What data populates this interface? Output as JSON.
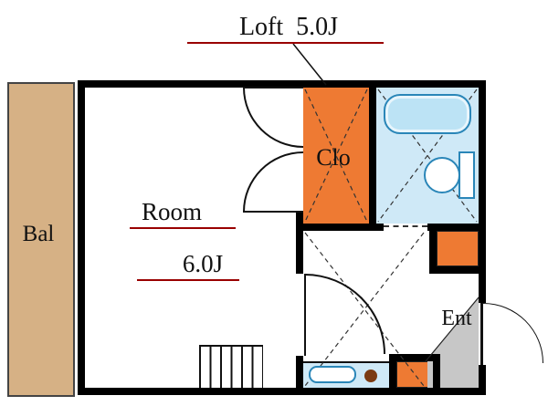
{
  "floorplan": {
    "loft_label": "Loft  5.0J",
    "balcony_label": "Bal",
    "room_label": "Room",
    "room_size_label": "6.0J",
    "closet_label": "Clo",
    "entrance_label": "Ent"
  },
  "fixtures": {
    "bathtub": "bathtub",
    "toilet": "toilet",
    "kitchen_sink": "kitchen-sink",
    "stove_burner": "stove-burner",
    "loft_ladder": "loft-ladder",
    "washer_space": "washer-space",
    "storage_space": "storage-space"
  },
  "colors": {
    "wall": "#000000",
    "closet_orange": "#ee7a33",
    "balcony_tan": "#d6b185",
    "water_blue": "#cfe9f7",
    "tub_fill": "#bce3f5",
    "fixture_outline": "#2a86b8",
    "entrance_gray": "#c7c7c7",
    "underline_red": "#990000",
    "burner_brown": "#7b3a12"
  }
}
